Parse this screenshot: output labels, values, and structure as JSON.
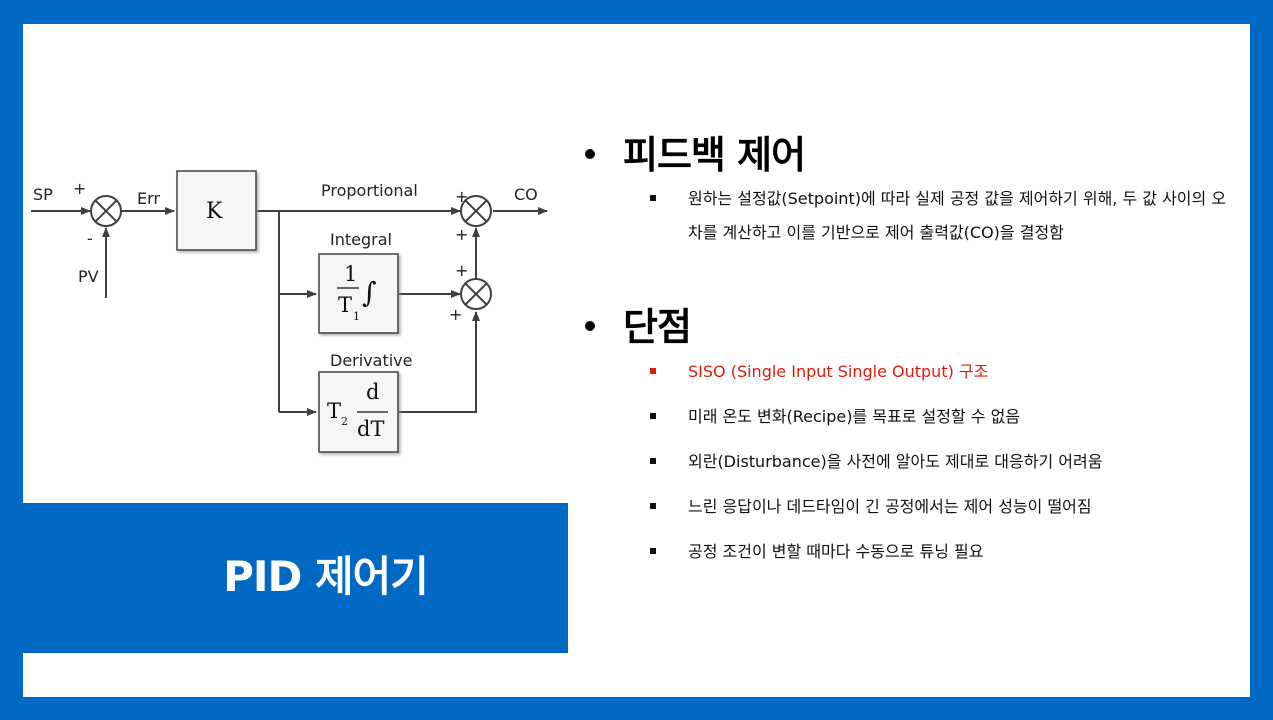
{
  "slide_title": "PID 제어기",
  "diagram": {
    "sp": "SP",
    "pv": "PV",
    "err": "Err",
    "co": "CO",
    "plus": "+",
    "minus": "-",
    "k_block": "K",
    "proportional": "Proportional",
    "integral": "Integral",
    "derivative": "Derivative",
    "int_num": "1",
    "int_den": "T",
    "int_den_sub": "1",
    "int_symbol": "∫",
    "der_coef": "T",
    "der_coef_sub": "2",
    "der_num": "d",
    "der_den": "dT"
  },
  "sections": [
    {
      "heading": "피드백 제어",
      "items": [
        {
          "text": "원하는 설정값(Setpoint)에 따라 실제 공정 값을 제어하기 위해, 두 값 사이의 오차를 계산하고 이를 기반으로 제어 출력값(CO)을 결정함",
          "highlight": false
        }
      ]
    },
    {
      "heading": "단점",
      "items": [
        {
          "text": "SISO (Single Input Single Output) 구조",
          "highlight": true
        },
        {
          "text": "미래 온도 변화(Recipe)를 목표로 설정할 수 없음",
          "highlight": false
        },
        {
          "text": "외란(Disturbance)을 사전에 알아도 제대로 대응하기 어려움",
          "highlight": false
        },
        {
          "text": "느린 응답이나 데드타임이 긴 공정에서는 제어 성능이 떨어짐",
          "highlight": false
        },
        {
          "text": "공정 조건이 변할 때마다 수동으로 튜닝 필요",
          "highlight": false
        }
      ]
    }
  ],
  "colors": {
    "accent": "#0069c4",
    "highlight": "#e11b0c"
  }
}
